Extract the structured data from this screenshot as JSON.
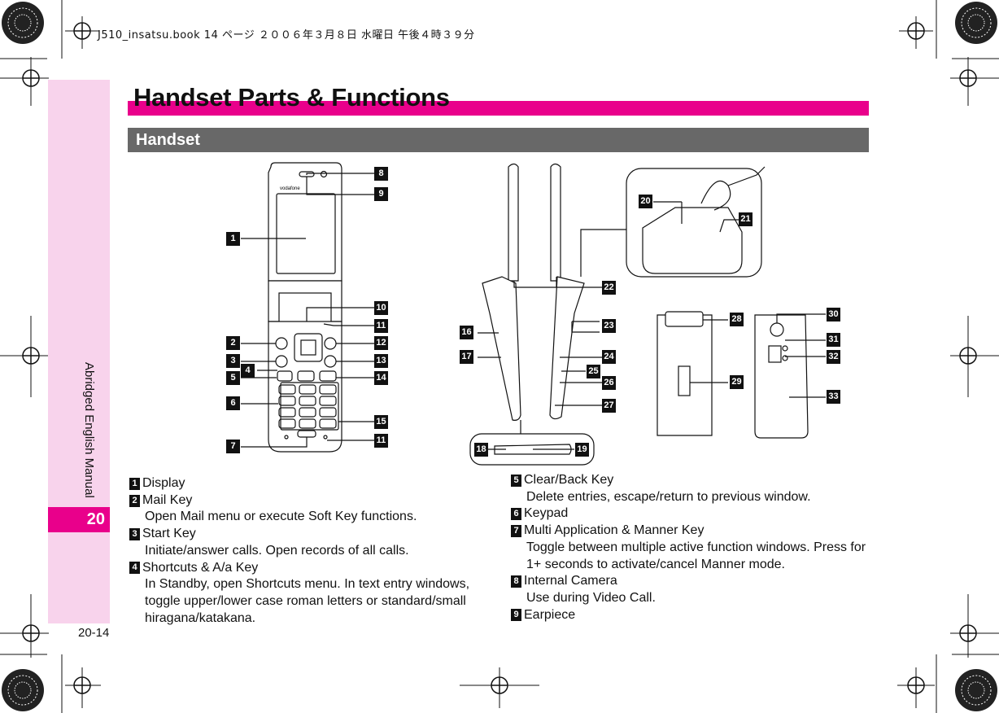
{
  "header": {
    "text": "J510_insatsu.book  14 ページ  ２００６年３月８日  水曜日  午後４時３９分"
  },
  "sidebar": {
    "label": "Abridged English Manual",
    "chapter": "20"
  },
  "page_number": "20-14",
  "title": "Handset Parts & Functions",
  "section": "Handset",
  "callouts": [
    "1",
    "2",
    "3",
    "4",
    "5",
    "6",
    "7",
    "8",
    "9",
    "10",
    "11",
    "11",
    "12",
    "13",
    "14",
    "15",
    "16",
    "17",
    "18",
    "19",
    "20",
    "21",
    "22",
    "23",
    "24",
    "25",
    "26",
    "27",
    "28",
    "29",
    "30",
    "31",
    "32",
    "33"
  ],
  "items_left": [
    {
      "num": "1",
      "name": "Display",
      "desc": ""
    },
    {
      "num": "2",
      "name": "Mail Key",
      "desc": "Open Mail menu or execute Soft Key functions."
    },
    {
      "num": "3",
      "name": "Start Key",
      "desc": "Initiate/answer calls. Open records of all calls."
    },
    {
      "num": "4",
      "name": "Shortcuts & A/a Key",
      "desc": "In Standby, open Shortcuts menu. In text entry windows, toggle upper/lower case roman letters or standard/small hiragana/katakana."
    }
  ],
  "items_right": [
    {
      "num": "5",
      "name": "Clear/Back Key",
      "desc": "Delete entries, escape/return to previous window."
    },
    {
      "num": "6",
      "name": "Keypad",
      "desc": ""
    },
    {
      "num": "7",
      "name": "Multi Application & Manner Key",
      "desc": "Toggle between multiple active function windows. Press for 1+ seconds to activate/cancel Manner mode."
    },
    {
      "num": "8",
      "name": "Internal Camera",
      "desc": "Use during Video Call."
    },
    {
      "num": "9",
      "name": "Earpiece",
      "desc": ""
    }
  ],
  "diagram_text": {
    "brand": "vodafone"
  }
}
